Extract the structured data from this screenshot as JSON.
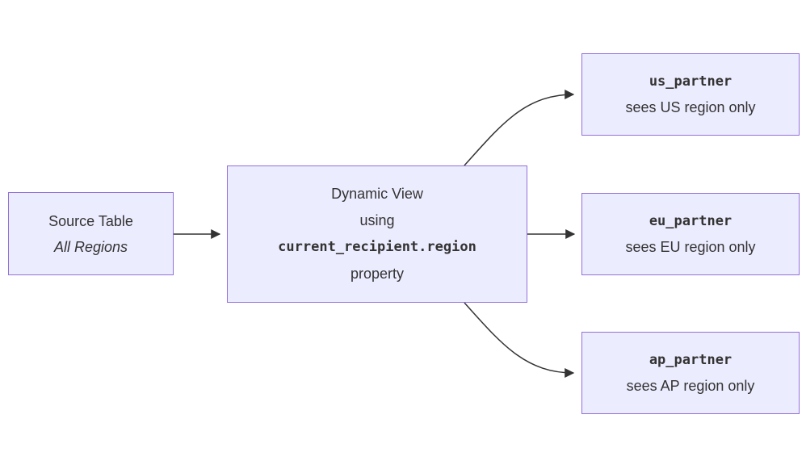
{
  "diagram": {
    "source": {
      "title": "Source Table",
      "subtitle": "All Regions"
    },
    "dynamic_view": {
      "line1": "Dynamic View",
      "line2": "using",
      "code": "current_recipient.region",
      "line3": "property"
    },
    "partners": [
      {
        "name": "us_partner",
        "desc": "sees US region only"
      },
      {
        "name": "eu_partner",
        "desc": "sees EU region only"
      },
      {
        "name": "ap_partner",
        "desc": "sees AP region only"
      }
    ],
    "colors": {
      "node_fill": "#ECECFF",
      "node_border": "#9370DB",
      "arrow": "#333333",
      "text": "#333333"
    }
  }
}
